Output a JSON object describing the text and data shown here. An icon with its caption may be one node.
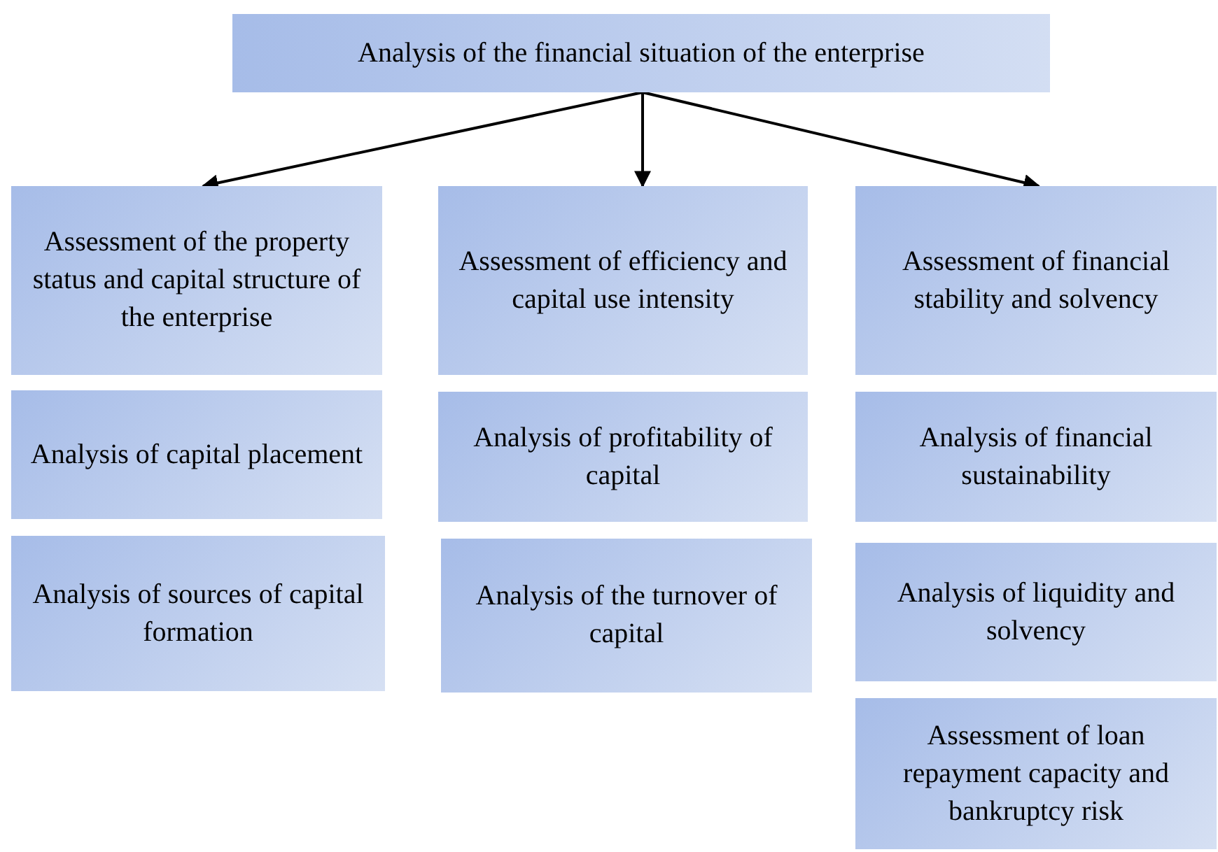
{
  "diagram": {
    "nodes": [
      {
        "text": [
          "Analysis of the financial situation of the enterprise"
        ]
      },
      {
        "text": [
          "Assessment of the property status and capital structure of the enterprise"
        ]
      },
      {
        "text": [
          "Analysis of capital placement"
        ]
      },
      {
        "text": [
          "Analysis of sources of capital formation"
        ]
      },
      {
        "text": [
          "Assessment of efficiency and capital use intensity"
        ]
      },
      {
        "text": [
          "Analysis of profitability of capital"
        ]
      },
      {
        "text": [
          "Analysis of the turnover of capital"
        ]
      },
      {
        "text": [
          "Assessment of financial stability and solvency"
        ]
      },
      {
        "text": [
          "Analysis of financial sustainability"
        ]
      },
      {
        "text": [
          "Analysis of liquidity and solvency"
        ]
      },
      {
        "text": [
          "Assessment of loan repayment capacity and bankruptcy risk"
        ]
      }
    ],
    "edges": [
      {
        "from": 0,
        "to": 1,
        "arrow": "to"
      },
      {
        "from": 0,
        "to": 4,
        "arrow": "to"
      },
      {
        "from": 0,
        "to": 7,
        "arrow": "to"
      }
    ]
  }
}
